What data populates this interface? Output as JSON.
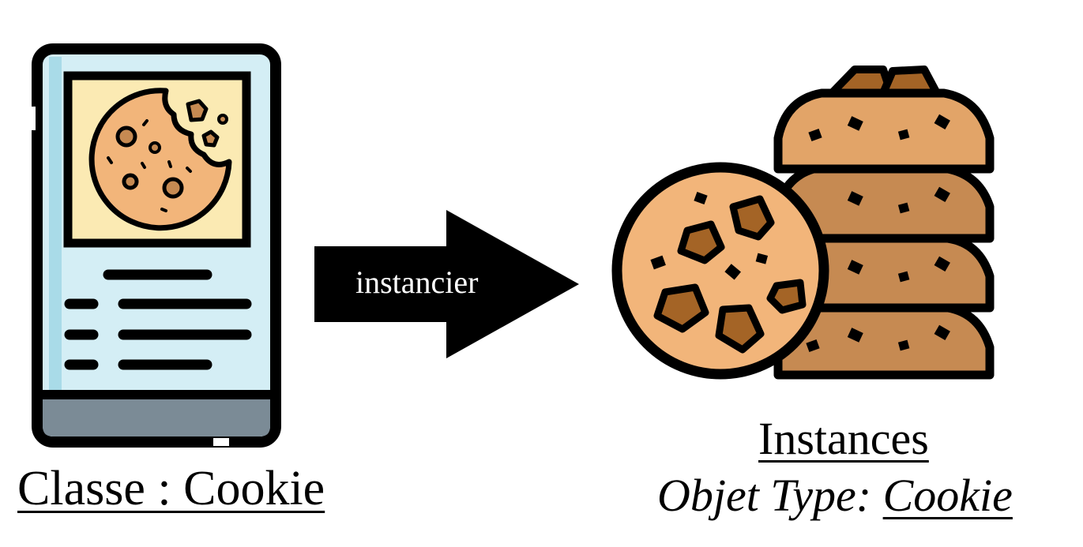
{
  "class_card": {
    "caption": "Classe : Cookie",
    "icon": "cookie-recipe-card-icon"
  },
  "arrow": {
    "label": "instancier",
    "icon": "right-arrow-icon"
  },
  "instances": {
    "title": "Instances",
    "type_prefix": "Objet Type: ",
    "type_name": "Cookie",
    "icon": "cookie-stack-icon"
  },
  "colors": {
    "card_body": "#d4eef5",
    "card_edge": "#a9dbe8",
    "card_footer": "#7b8b96",
    "card_image_bg": "#fbeab3",
    "cookie_light": "#f2b57a",
    "cookie_mid": "#e2a468",
    "cookie_side": "#c68a52",
    "chocolate": "#a46426",
    "outline": "#000000"
  }
}
